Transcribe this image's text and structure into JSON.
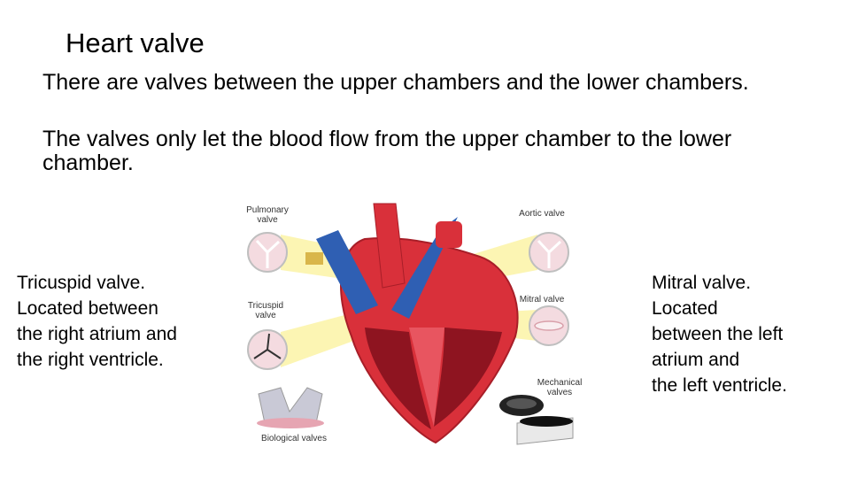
{
  "slide": {
    "title": "Heart valve",
    "paragraph1": "There are valves between the upper chambers and the lower chambers.",
    "paragraph2": "The valves only let the blood flow from the upper chamber to the lower chamber."
  },
  "left_note": {
    "lines": [
      "Tricuspid valve.",
      "Located between",
      "the right atrium and",
      "the right ventricle."
    ]
  },
  "right_note": {
    "lines": [
      "Mitral valve.",
      "Located",
      "between the left",
      "atrium and",
      "the left ventricle."
    ]
  },
  "figure": {
    "labels": {
      "pulmonary_1": "Pulmonary",
      "pulmonary_2": "valve",
      "aortic": "Aortic valve",
      "tricuspid_1": "Tricuspid",
      "tricuspid_2": "valve",
      "mitral": "Mitral valve",
      "mechanical_1": "Mechanical",
      "mechanical_2": "valves",
      "biological": "Biological valves"
    },
    "colors": {
      "heart_red": "#d9303a",
      "heart_dark": "#8e1420",
      "vessel_blue": "#2f5fb3",
      "highlight": "#fbf3a6"
    }
  }
}
